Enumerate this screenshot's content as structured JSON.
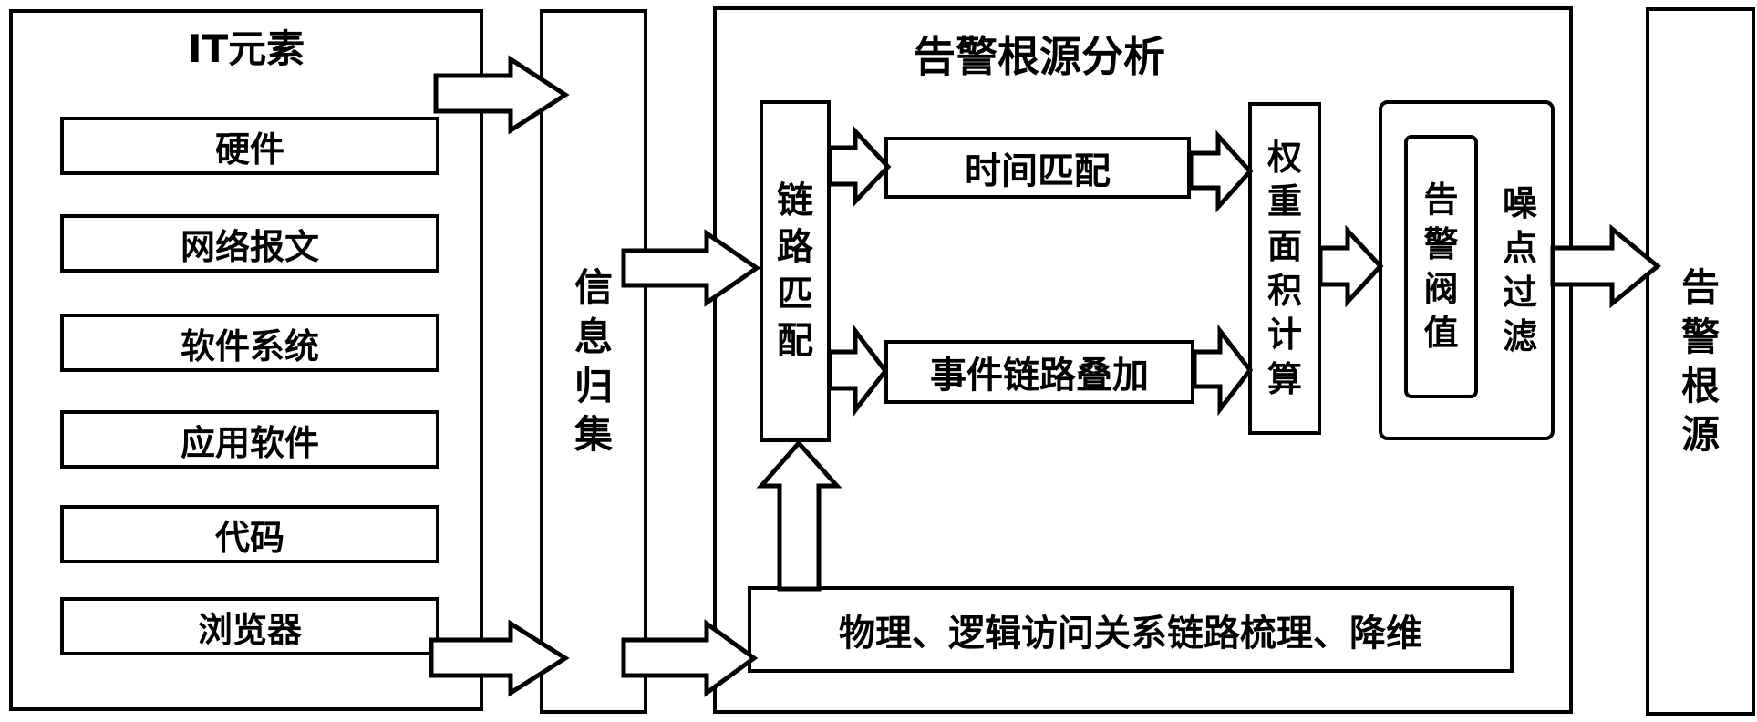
{
  "diagram": {
    "it_panel": {
      "title": "IT元素",
      "items": [
        "硬件",
        "网络报文",
        "软件系统",
        "应用软件",
        "代码",
        "浏览器"
      ]
    },
    "info_panel": {
      "label": "信息归集"
    },
    "main_panel": {
      "title": "告警根源分析",
      "link_match": "链路匹配",
      "time_match": "时间匹配",
      "event_overlay": "事件链路叠加",
      "weight_area": "权重面积计算",
      "alarm_threshold": "告警阀值",
      "noise_filter": "噪点过滤",
      "link_sorting": "物理、逻辑访问关系链路梳理、降维"
    },
    "output_panel": {
      "label": "告警根源"
    },
    "colors": {
      "line": "#000000",
      "background": "#ffffff"
    }
  }
}
